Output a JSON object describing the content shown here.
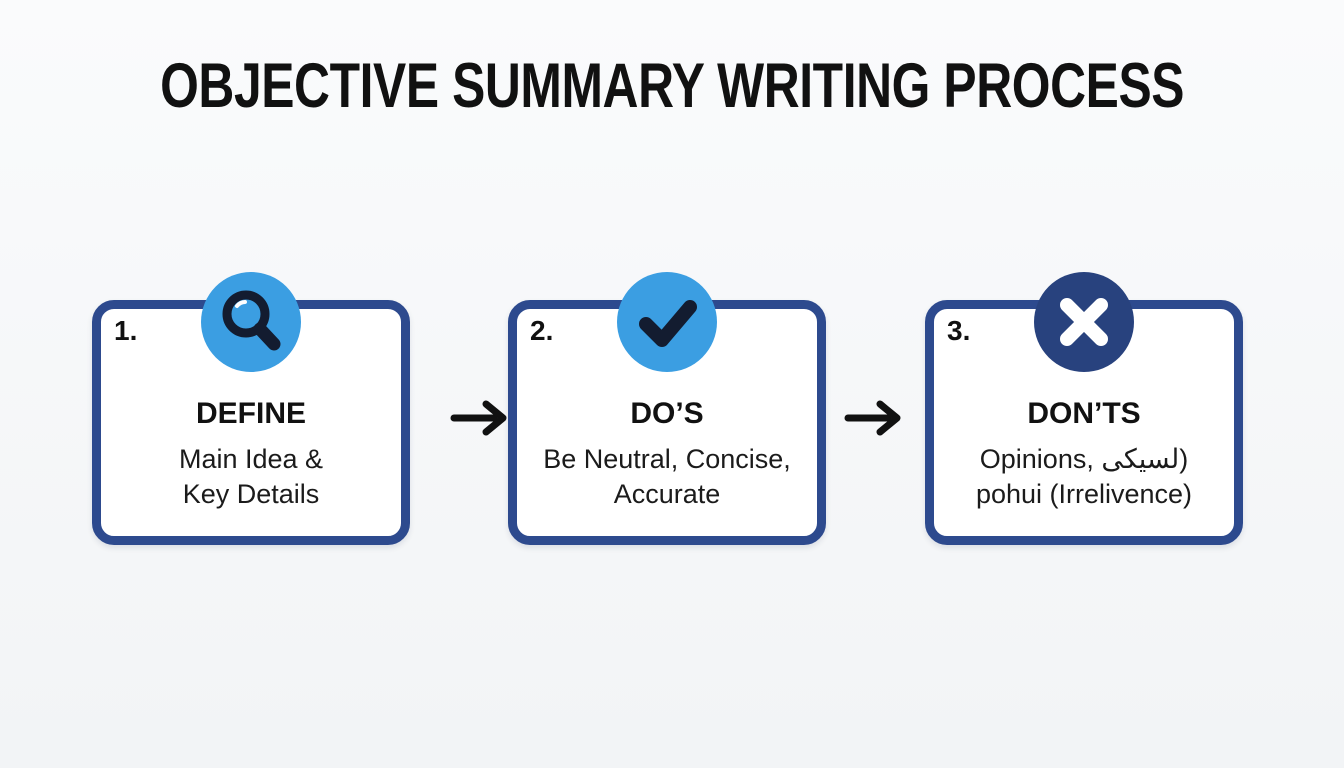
{
  "title": "OBJECTIVE SUMMARY WRITING PROCESS",
  "colors": {
    "bg_top": "#fafbfc",
    "bg_bottom": "#f2f4f6",
    "box_border": "#2d4a8e",
    "circle_light_blue": "#3b9ee2",
    "circle_navy": "#28427e",
    "icon_dark": "#131c30",
    "icon_white": "#ffffff",
    "arrow": "#111111",
    "text": "#111111"
  },
  "steps": [
    {
      "number": "1.",
      "icon": "magnifier-icon",
      "circle_color": "#3b9ee2",
      "heading": "DEFINE",
      "line1": "Main Idea &",
      "line2": "Key Details"
    },
    {
      "number": "2.",
      "icon": "checkmark-icon",
      "circle_color": "#3b9ee2",
      "heading": "DO’S",
      "line1": "Be Neutral, Concise,",
      "line2": "Accurate"
    },
    {
      "number": "3.",
      "icon": "x-icon",
      "circle_color": "#28427e",
      "heading": "DON’TS",
      "line1": "Opinions, لسيكى)",
      "line2": "pohui (Irrelivence)"
    }
  ],
  "connectors": [
    {
      "icon": "right-arrow-icon"
    },
    {
      "icon": "right-arrow-icon"
    }
  ]
}
